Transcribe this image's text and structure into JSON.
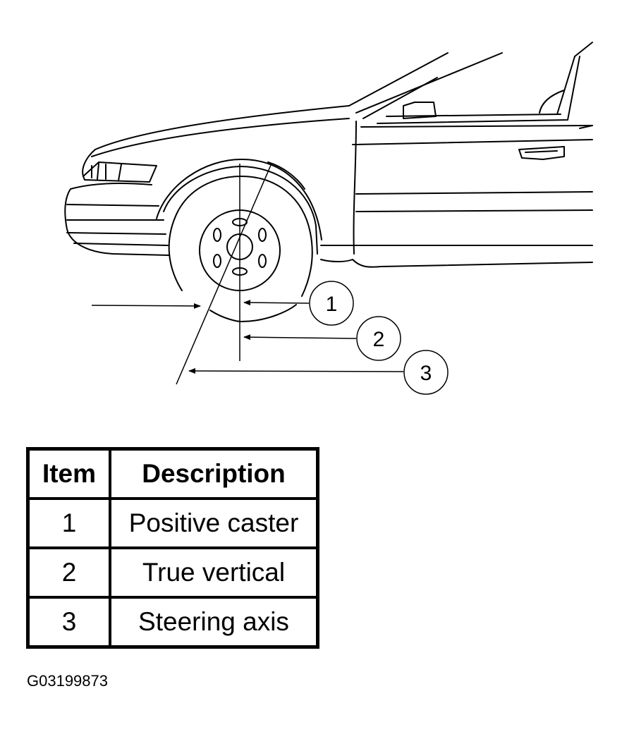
{
  "callouts": [
    "1",
    "2",
    "3"
  ],
  "table": {
    "headers": {
      "item": "Item",
      "description": "Description"
    },
    "rows": [
      {
        "item": "1",
        "description": "Positive caster"
      },
      {
        "item": "2",
        "description": "True vertical"
      },
      {
        "item": "3",
        "description": "Steering axis"
      }
    ]
  },
  "figure_id": "G03199873"
}
